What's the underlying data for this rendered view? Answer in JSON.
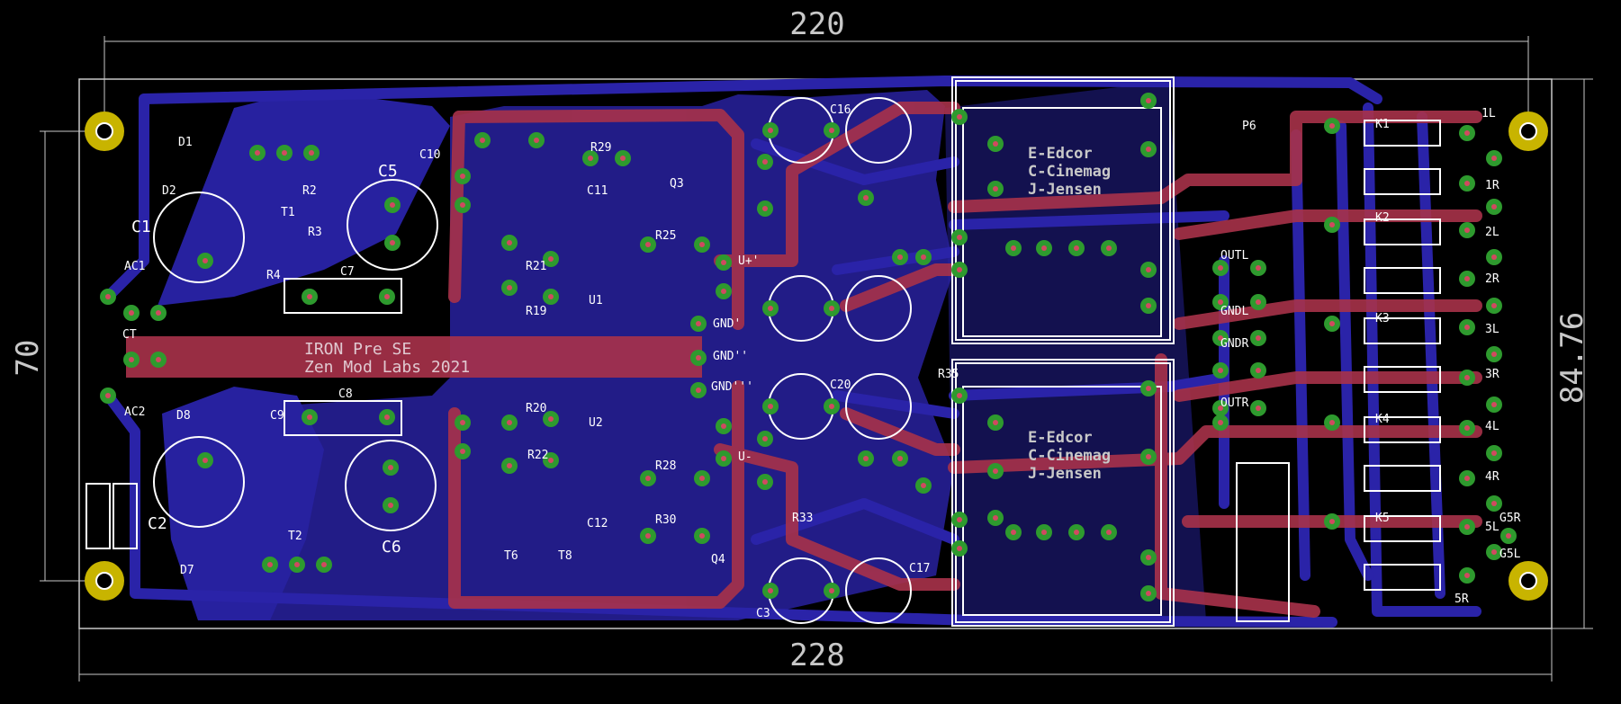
{
  "dimensions": {
    "top": "220",
    "bottom": "228",
    "left": "70",
    "right": "84.76"
  },
  "silkscreen_title": [
    "IRON Pre SE",
    "Zen Mod Labs 2021"
  ],
  "transformer_labels": [
    "E-Edcor",
    "C-Cinemag",
    "J-Jensen"
  ],
  "colors": {
    "background": "#000000",
    "bottom_copper": "#2a23a8",
    "top_copper": "#a8324a",
    "pad": "#2e9a2e",
    "silk": "#ffffff",
    "dimension": "#c8c8c8",
    "mount_hole": "#c8b400"
  },
  "component_labels": [
    {
      "id": "C1",
      "text": "C1"
    },
    {
      "id": "C2",
      "text": "C2"
    },
    {
      "id": "C5",
      "text": "C5"
    },
    {
      "id": "C6",
      "text": "C6"
    },
    {
      "id": "C7",
      "text": "C7"
    },
    {
      "id": "C8",
      "text": "C8"
    },
    {
      "id": "C9",
      "text": "C9"
    },
    {
      "id": "C10",
      "text": "C10"
    },
    {
      "id": "C11",
      "text": "C11"
    },
    {
      "id": "C12",
      "text": "C12"
    },
    {
      "id": "C16",
      "text": "C16"
    },
    {
      "id": "C17",
      "text": "C17"
    },
    {
      "id": "C20",
      "text": "C20"
    },
    {
      "id": "C3",
      "text": "C3"
    },
    {
      "id": "AC1",
      "text": "AC1"
    },
    {
      "id": "AC2",
      "text": "AC2"
    },
    {
      "id": "CT",
      "text": "CT"
    },
    {
      "id": "D1",
      "text": "D1"
    },
    {
      "id": "D2",
      "text": "D2"
    },
    {
      "id": "D7",
      "text": "D7"
    },
    {
      "id": "D8",
      "text": "D8"
    },
    {
      "id": "T1",
      "text": "T1"
    },
    {
      "id": "T2",
      "text": "T2"
    },
    {
      "id": "R2",
      "text": "R2"
    },
    {
      "id": "R3",
      "text": "R3"
    },
    {
      "id": "R4",
      "text": "R4"
    },
    {
      "id": "R20",
      "text": "R20"
    },
    {
      "id": "R21",
      "text": "R21"
    },
    {
      "id": "R22",
      "text": "R22"
    },
    {
      "id": "R19",
      "text": "R19"
    },
    {
      "id": "R25",
      "text": "R25"
    },
    {
      "id": "R28",
      "text": "R28"
    },
    {
      "id": "R29",
      "text": "R29"
    },
    {
      "id": "R30",
      "text": "R30"
    },
    {
      "id": "R33",
      "text": "R33"
    },
    {
      "id": "R35",
      "text": "R35"
    },
    {
      "id": "U1",
      "text": "U1"
    },
    {
      "id": "U2",
      "text": "U2"
    },
    {
      "id": "Q3",
      "text": "Q3"
    },
    {
      "id": "Q4",
      "text": "Q4"
    },
    {
      "id": "T6",
      "text": "T6"
    },
    {
      "id": "T8",
      "text": "T8"
    },
    {
      "id": "U+",
      "text": "U+'"
    },
    {
      "id": "GND1",
      "text": "GND'"
    },
    {
      "id": "GND2",
      "text": "GND''"
    },
    {
      "id": "GND3",
      "text": "GND'''"
    },
    {
      "id": "U-",
      "text": "U-"
    },
    {
      "id": "P6",
      "text": "P6"
    },
    {
      "id": "K1",
      "text": "K1"
    },
    {
      "id": "K2",
      "text": "K2"
    },
    {
      "id": "K3",
      "text": "K3"
    },
    {
      "id": "K4",
      "text": "K4"
    },
    {
      "id": "K5",
      "text": "K5"
    },
    {
      "id": "OUTL",
      "text": "OUTL"
    },
    {
      "id": "GNDL",
      "text": "GNDL"
    },
    {
      "id": "GNDR",
      "text": "GNDR"
    },
    {
      "id": "OUTR",
      "text": "OUTR"
    },
    {
      "id": "1L",
      "text": "1L"
    },
    {
      "id": "1R",
      "text": "1R"
    },
    {
      "id": "2L",
      "text": "2L"
    },
    {
      "id": "2R",
      "text": "2R"
    },
    {
      "id": "3L",
      "text": "3L"
    },
    {
      "id": "3R",
      "text": "3R"
    },
    {
      "id": "4L",
      "text": "4L"
    },
    {
      "id": "4R",
      "text": "4R"
    },
    {
      "id": "5L",
      "text": "5L"
    },
    {
      "id": "5R",
      "text": "5R"
    },
    {
      "id": "G5R",
      "text": "G5R"
    },
    {
      "id": "G5L",
      "text": "G5L"
    }
  ]
}
